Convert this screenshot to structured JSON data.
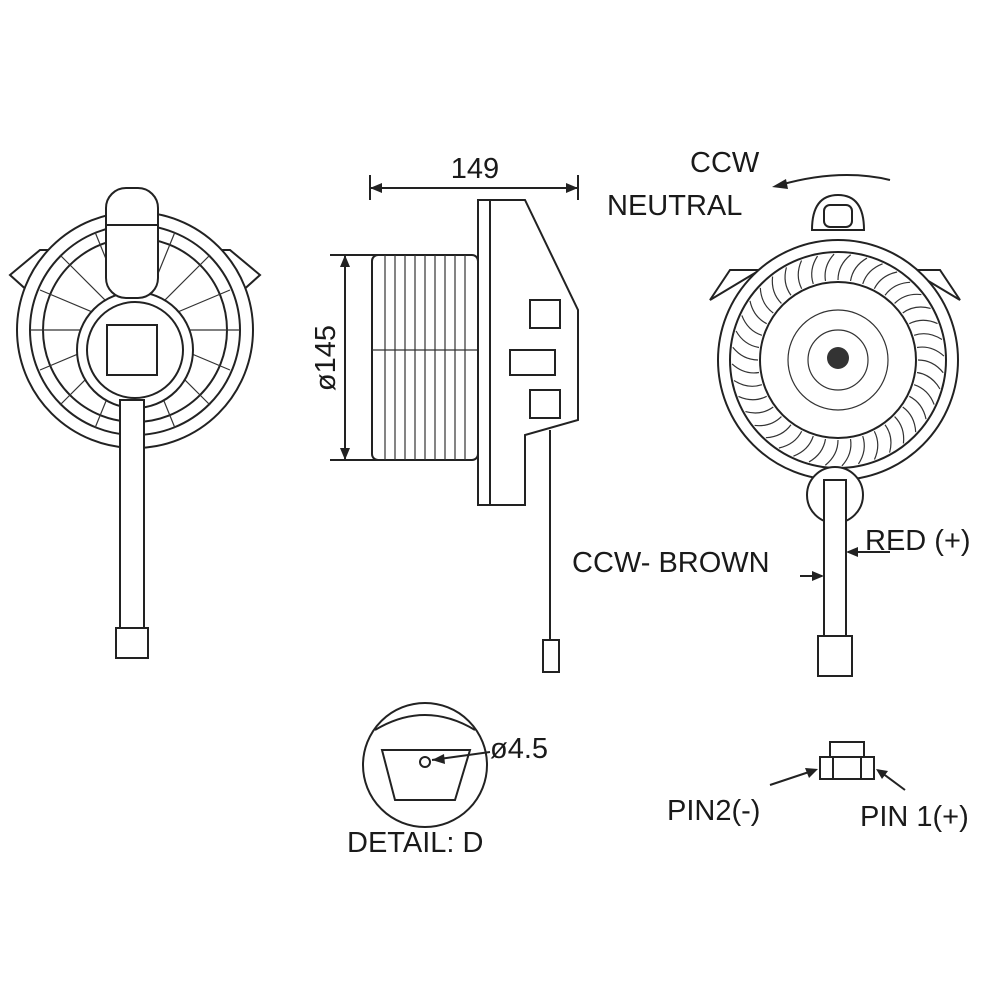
{
  "dimensions": {
    "width_label": "149",
    "diameter_label": "ø145",
    "hole_label": "ø4.5"
  },
  "rotation": {
    "direction": "CCW",
    "mode": "NEUTRAL"
  },
  "wires": {
    "red": "RED (+)",
    "brown": "CCW- BROWN"
  },
  "detail": {
    "title": "DETAIL: D"
  },
  "connector": {
    "pin2": "PIN2(-)",
    "pin1": "PIN 1(+)"
  }
}
